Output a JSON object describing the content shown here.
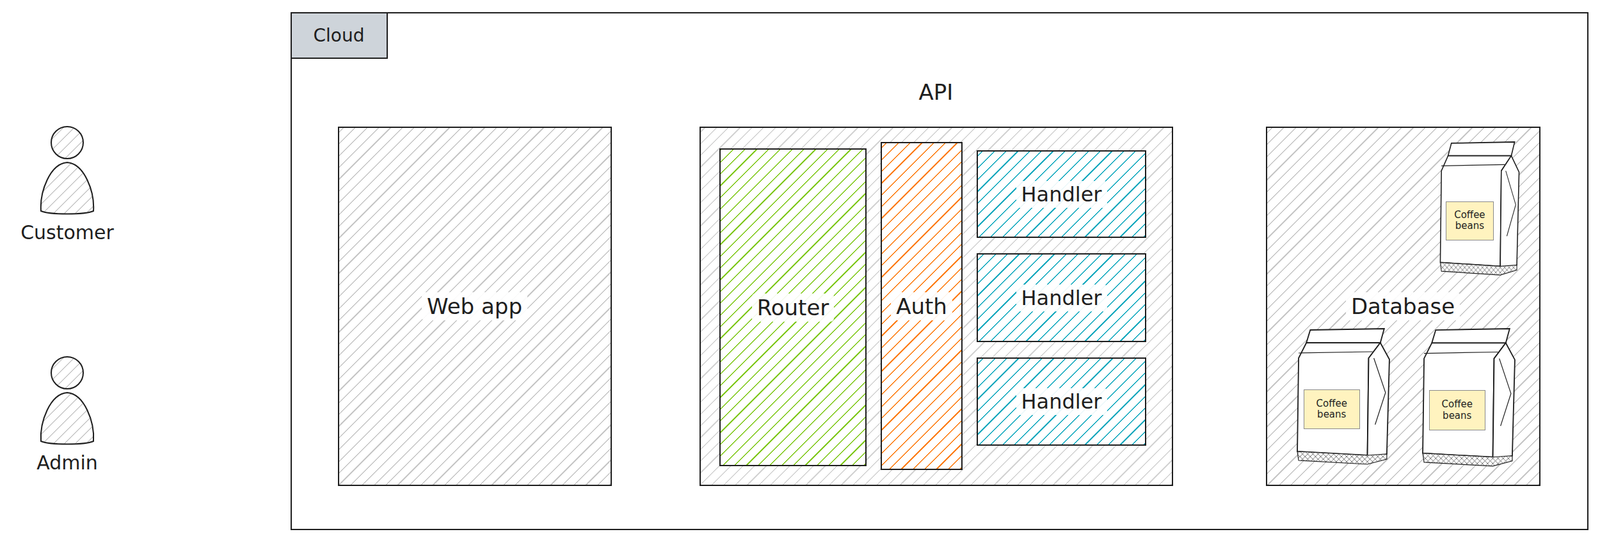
{
  "diagram": {
    "nodes": [
      {
        "text": [
          "Customer"
        ]
      },
      {
        "text": [
          "Admin"
        ]
      },
      {
        "text": [
          "Cloud"
        ]
      },
      {
        "text": [
          "Web app"
        ],
        "in": 2
      },
      {
        "text": [
          "API"
        ],
        "in": 2
      },
      {
        "text": [
          "Router"
        ],
        "in": 4
      },
      {
        "text": [
          "Auth"
        ],
        "in": 4
      },
      {
        "text": [
          "Handler"
        ],
        "in": 4
      },
      {
        "text": [
          "Handler"
        ],
        "in": 4
      },
      {
        "text": [
          "Handler"
        ],
        "in": 4
      },
      {
        "text": [
          "Database"
        ],
        "in": 2
      },
      {
        "text": [
          "Coffee beans"
        ],
        "in": 10
      },
      {
        "text": [
          "Coffee beans"
        ],
        "in": 10
      },
      {
        "text": [
          "Coffee beans"
        ],
        "in": 10
      }
    ]
  }
}
